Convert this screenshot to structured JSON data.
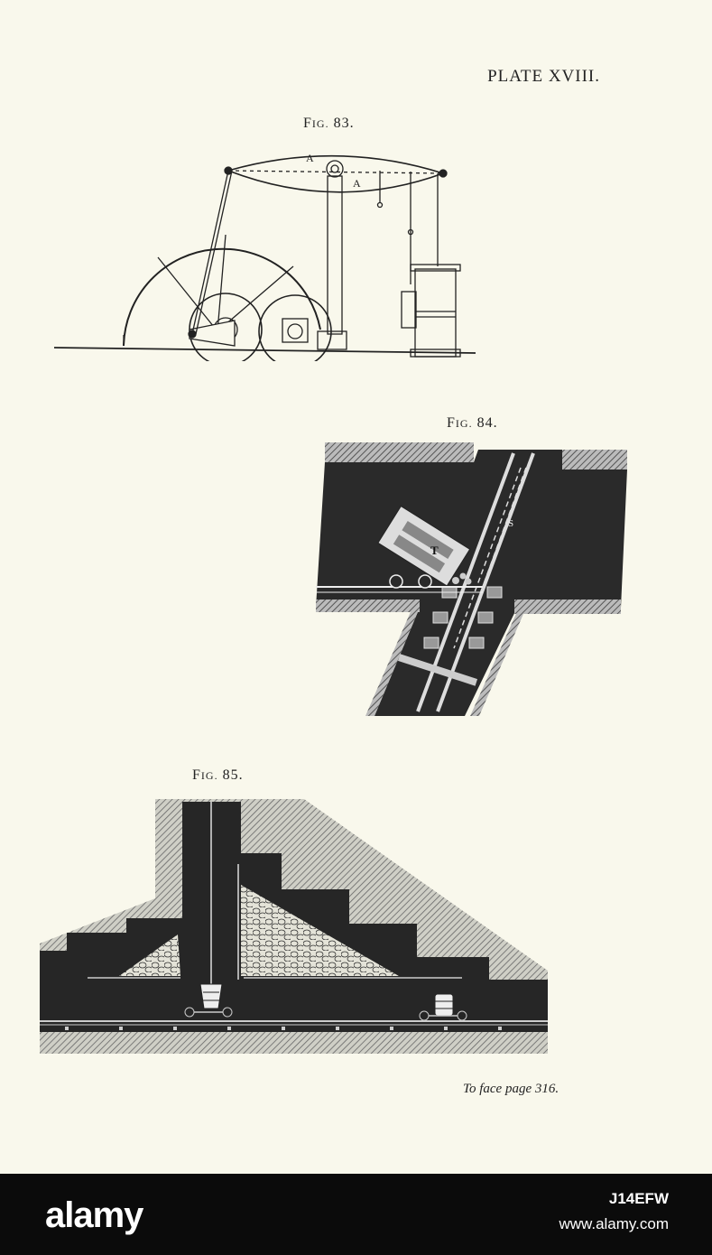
{
  "plate": {
    "title": "PLATE XVIII."
  },
  "figures": [
    {
      "prefix": "F",
      "prefix_small": "IG.",
      "number": "83."
    },
    {
      "prefix": "F",
      "prefix_small": "IG.",
      "number": "84."
    },
    {
      "prefix": "F",
      "prefix_small": "IG.",
      "number": "85."
    }
  ],
  "fig83_labels": {
    "a1": "A",
    "a2": "A"
  },
  "fig84_labels": {
    "t": "T",
    "s": "S"
  },
  "caption": "To face page 316.",
  "watermark": {
    "word": "alamy",
    "image_id": "J14EFW",
    "url": "www.alamy.com"
  }
}
